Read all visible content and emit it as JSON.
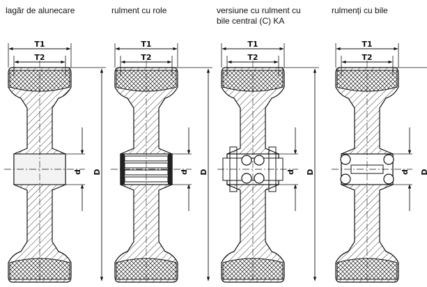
{
  "captions": [
    "lagăr de alunecare",
    "rulment cu role",
    "versiune cu rulment cu\nbile central (C) KA",
    "rulmenți cu bile"
  ],
  "dimension_labels": {
    "t1": "T1",
    "t2": "T2",
    "d_small": "d",
    "d_large": "D"
  },
  "variants": [
    {
      "name": "lagar-de-alunecare",
      "bearing": "plain"
    },
    {
      "name": "rulment-cu-role",
      "bearing": "roller"
    },
    {
      "name": "rulment-central",
      "bearing": "ball-central"
    },
    {
      "name": "rulmenti-cu-bile",
      "bearing": "ball-pair"
    }
  ]
}
